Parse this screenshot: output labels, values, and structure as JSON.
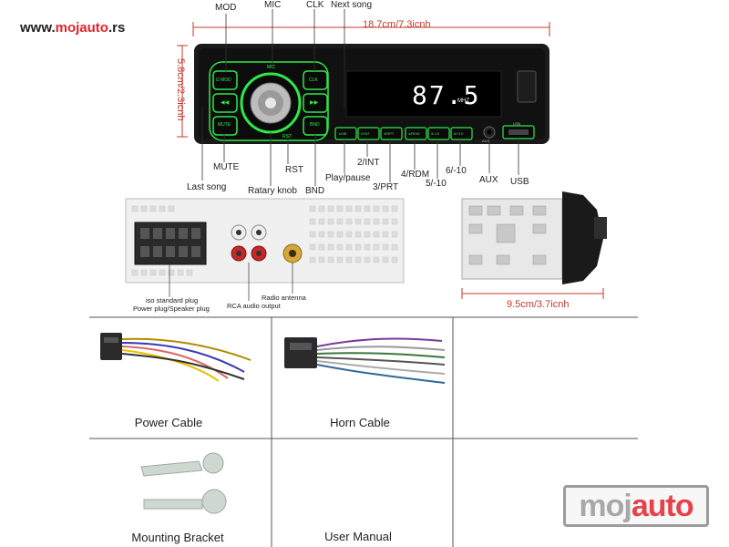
{
  "site": {
    "prefix": "www.",
    "brand": "mojauto",
    "suffix": ".rs"
  },
  "dimensions": {
    "width": "18.7cm/7.3icnh",
    "height": "5.8cm/2.3icnh",
    "depth": "9.5cm/3.7icnh"
  },
  "radio": {
    "display_value": "87.5",
    "display_unit": "MHZ",
    "buttons": [
      "1/MB",
      "2/INT",
      "3/RPT",
      "4/RDM",
      "5/-10",
      "6/+10"
    ],
    "left_buttons": [
      "Ω MOD",
      "◀◀",
      "MUTE"
    ],
    "right_buttons": [
      "CLK",
      "▶▶",
      "BND"
    ],
    "mic_label": "MIC",
    "rst_label": "RST",
    "aux_label": "AUX",
    "usb_label": "USB"
  },
  "callouts": {
    "mod": "MOD",
    "mic": "MIC",
    "clk": "CLK",
    "next_song": "Next song",
    "mute": "MUTE",
    "last_song": "Last song",
    "rotary_knob": "Ratary knob",
    "rst": "RST",
    "bnd": "BND",
    "play_pause": "Play/pause",
    "int": "2/INT",
    "prt": "3/PRT",
    "rdm": "4/RDM",
    "minus10": "5/-10",
    "plus10": "6/-10",
    "aux": "AUX",
    "usb": "USB"
  },
  "back_panel": {
    "iso_plug": "iso standard plug",
    "power_plug": "Power plug/Speaker plug",
    "rca": "RCA audio output",
    "antenna": "Radio antenna"
  },
  "accessories": [
    {
      "label": "Power Cable",
      "icon": "power-cable-icon"
    },
    {
      "label": "Horn Cable",
      "icon": "horn-cable-icon"
    },
    {
      "label": "Mounting Bracket",
      "icon": "mounting-bracket-icon"
    },
    {
      "label": "User Manual",
      "icon": "user-manual-icon"
    }
  ],
  "watermark": {
    "part1": "moj",
    "part2": "auto"
  },
  "colors": {
    "accent_green": "#2ee84a",
    "display_text": "#ffffff",
    "dim_red": "#c0392b",
    "brand_red": "#e2232a"
  }
}
